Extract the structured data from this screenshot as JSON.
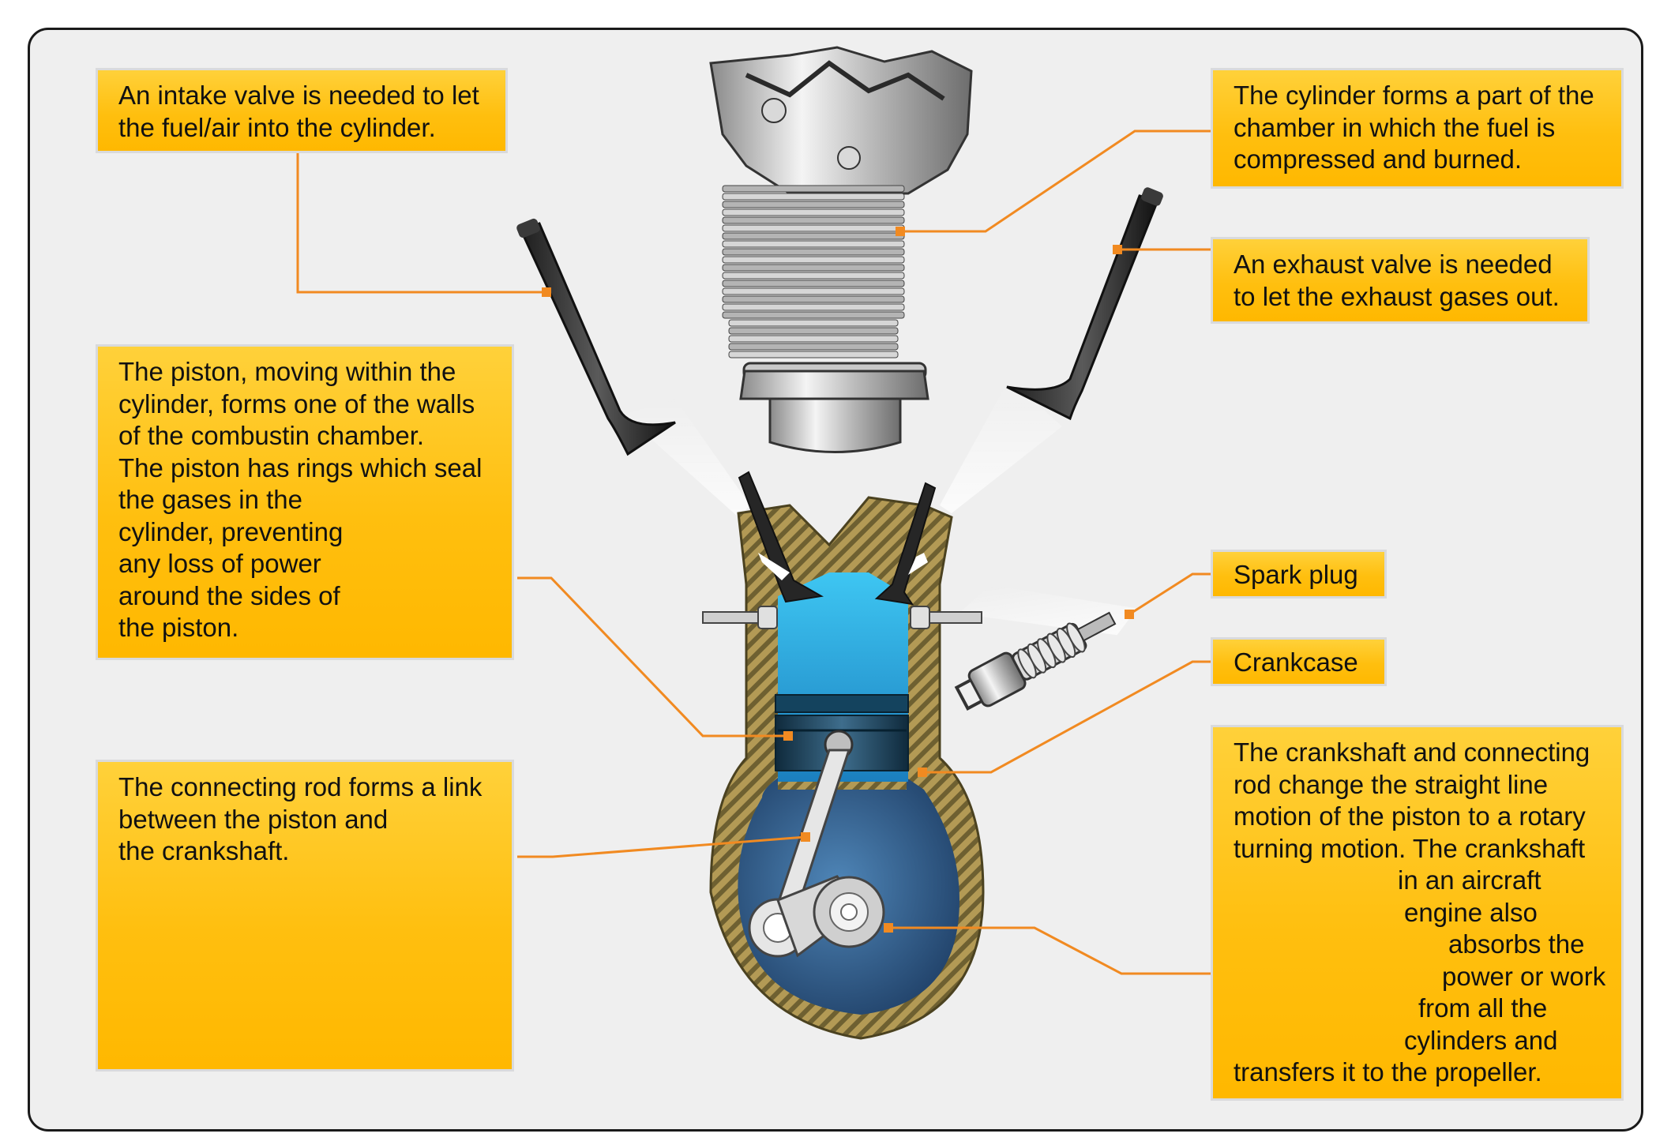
{
  "callouts": {
    "intake_valve": [
      "An intake valve is needed to let",
      "the fuel/air into the cylinder."
    ],
    "cylinder": [
      "The cylinder forms a part of the",
      "chamber in which the fuel is",
      "compressed and burned."
    ],
    "exhaust_valve": [
      "An exhaust valve is needed",
      "to let the exhaust gases out."
    ],
    "piston": [
      "The piston, moving within the",
      "cylinder, forms one of the walls",
      "of the combustin chamber.",
      "The piston has rings which seal",
      "the gases in the",
      "cylinder, preventing",
      "any loss of power",
      "around the sides of",
      "the piston."
    ],
    "spark_plug": [
      "Spark plug"
    ],
    "crankcase": [
      "Crankcase"
    ],
    "connecting_rod": [
      "The connecting rod forms a link",
      "between the piston and",
      "the crankshaft."
    ],
    "crankshaft": [
      "The crankshaft and connecting",
      "rod change the straight line",
      "motion of the piston to a rotary",
      "turning motion. The crankshaft",
      "in an aircraft",
      "engine also",
      "absorbs the",
      "power or work",
      "from all the",
      "cylinders and",
      "transfers it to the propeller."
    ]
  },
  "colors": {
    "callout_fill": "#ffc21a",
    "leader_line": "#f18a21",
    "crankcase_fill": "#8d7d46",
    "combustion_chamber": "#29a8e0",
    "crank_chamber": "#2e5f8f"
  },
  "icons": [
    "intake-valve-icon",
    "cylinder-icon",
    "exhaust-valve-icon",
    "spark-plug-icon",
    "piston-ring-icon",
    "connecting-rod-icon",
    "crankshaft-icon",
    "engine-cutaway-icon"
  ]
}
